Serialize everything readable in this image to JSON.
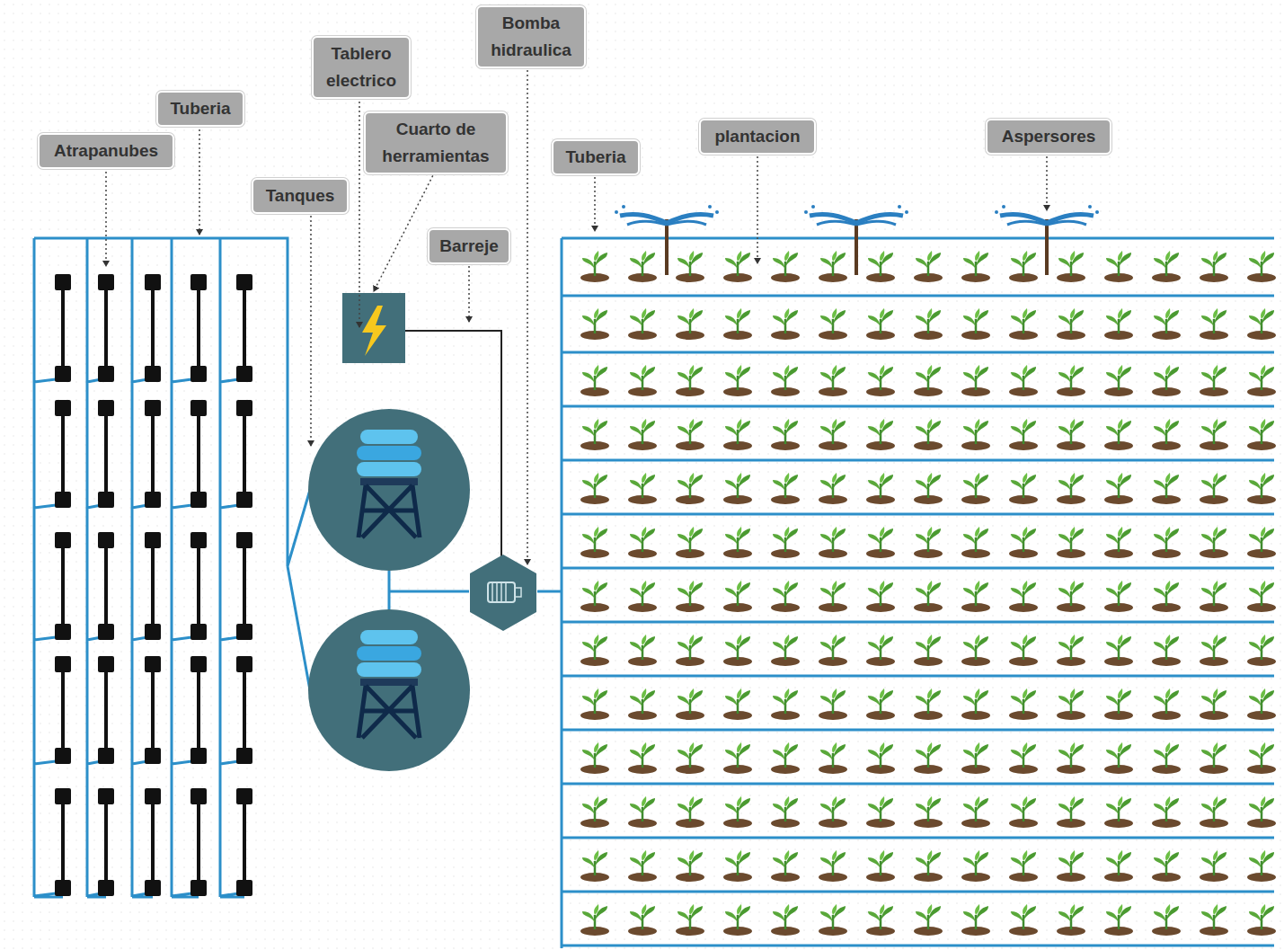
{
  "diagram": {
    "nodes": [
      {
        "text": [
          "Atrapanubes"
        ]
      },
      {
        "text": [
          "Tuberia"
        ]
      },
      {
        "text": [
          "Tablero electrico"
        ]
      },
      {
        "text": [
          "Cuarto de herramientas"
        ]
      },
      {
        "text": [
          "Bomba hidraulica"
        ]
      },
      {
        "text": [
          "Tanques"
        ]
      },
      {
        "text": [
          "Barreje"
        ]
      },
      {
        "text": [
          "Tuberia"
        ]
      },
      {
        "text": [
          "plantacion"
        ]
      },
      {
        "text": [
          "Aspersores"
        ]
      }
    ]
  }
}
